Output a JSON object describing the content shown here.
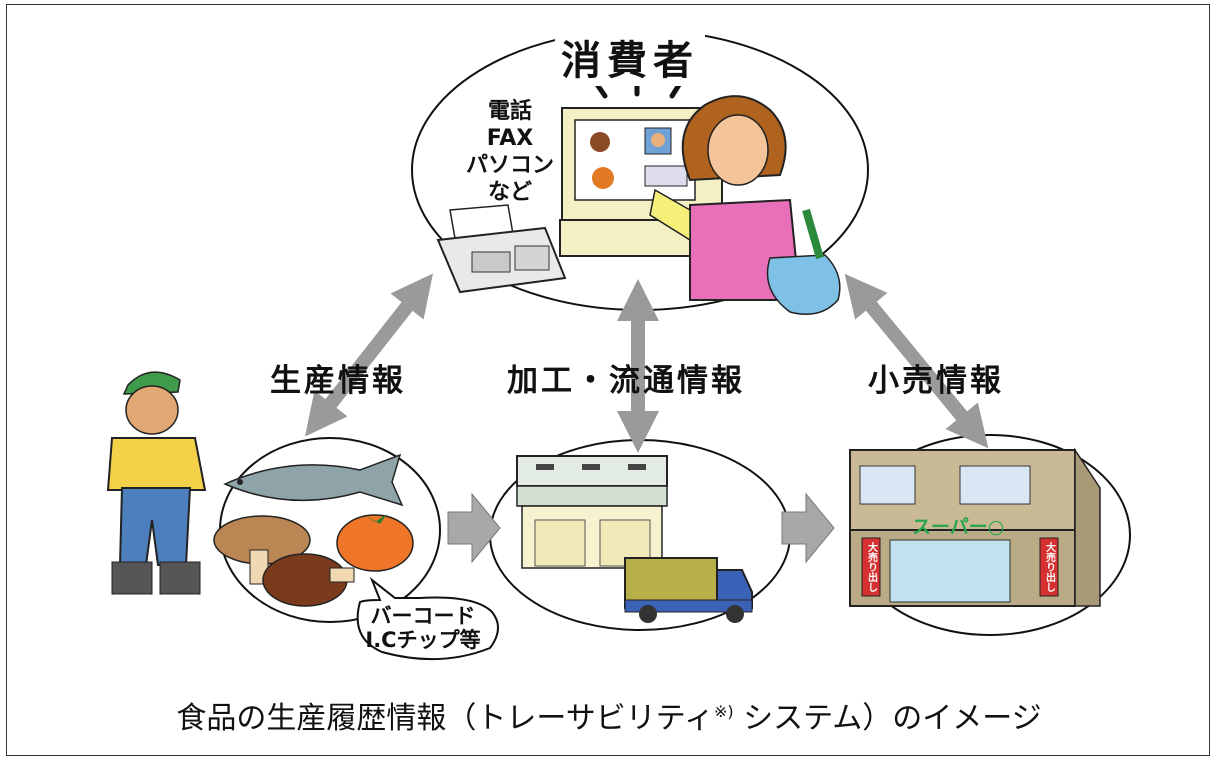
{
  "consumer": {
    "title": "消費者",
    "devices": [
      "電話",
      "FAX",
      "パソコン",
      "など"
    ]
  },
  "flows": {
    "production": "生産情報",
    "processing_distribution": "加工・流通情報",
    "retail": "小売情報"
  },
  "bubble": {
    "line1": "バーコード",
    "line2": "I.Cチップ等"
  },
  "store": {
    "sign": "スーパー○",
    "banner": "大売り出し"
  },
  "caption": {
    "main_before": "食品の生産履歴情報（トレーサビリティ",
    "note_mark": "※)",
    "main_after": " システム）のイメージ"
  }
}
